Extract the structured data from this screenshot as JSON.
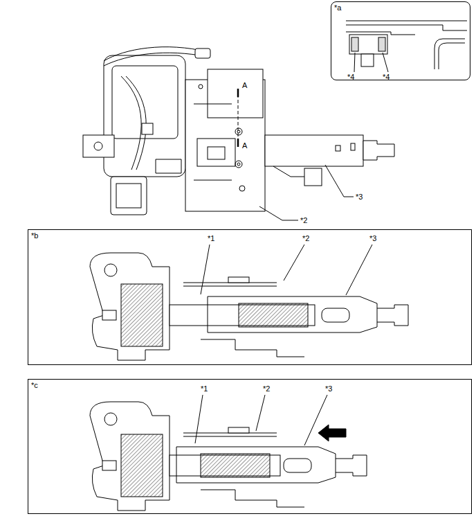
{
  "diagram": {
    "nodes": [
      {
        "text": [
          "*a"
        ]
      },
      {
        "text": [
          "*b"
        ]
      },
      {
        "text": [
          "*c"
        ]
      }
    ],
    "labels": [
      "*4",
      "*4",
      "A",
      "A",
      "*2",
      "*3",
      "*1",
      "*2",
      "*3",
      "*1",
      "*2",
      "*3"
    ]
  }
}
